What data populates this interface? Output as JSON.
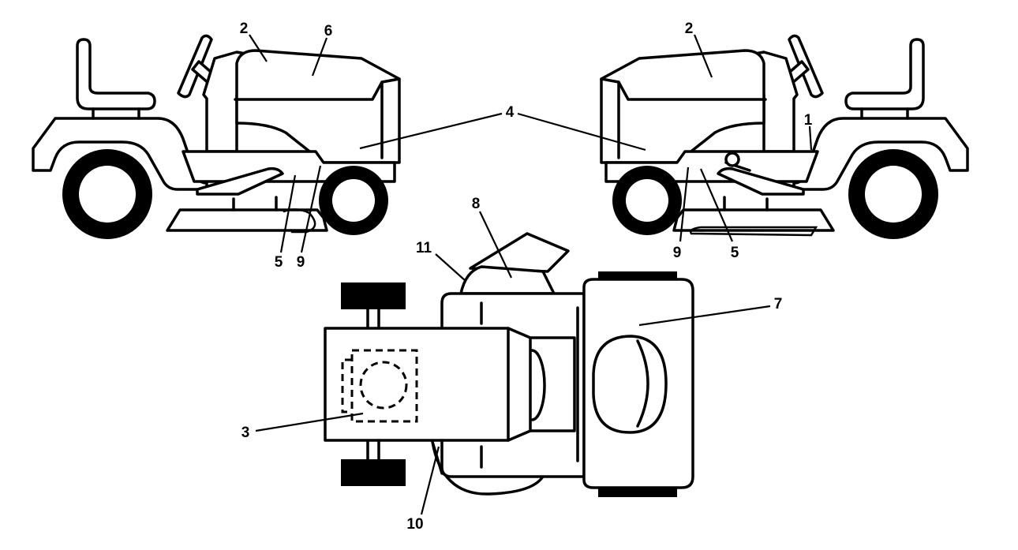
{
  "callouts": {
    "left_view": {
      "c2": "2",
      "c6": "6",
      "c4": "4",
      "c5": "5",
      "c9": "9"
    },
    "right_view": {
      "c2": "2",
      "c1": "1",
      "c9": "9",
      "c5": "5"
    },
    "top_view": {
      "c8": "8",
      "c11": "11",
      "c7": "7",
      "c3": "3",
      "c10": "10"
    }
  },
  "colors": {
    "ink": "#000000",
    "background": "#ffffff"
  }
}
